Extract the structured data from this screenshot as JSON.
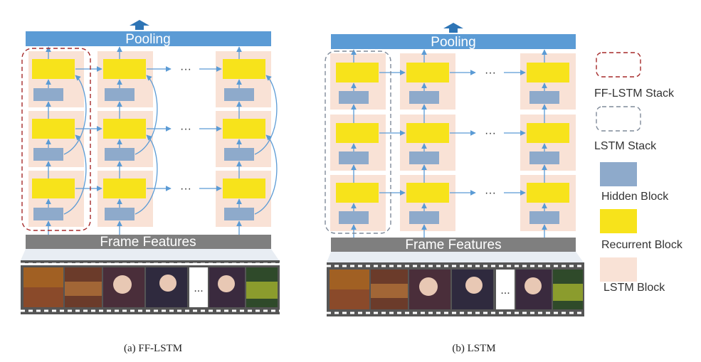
{
  "diagrams": [
    {
      "id": "a",
      "pooling_label": "Pooling",
      "frame_features_label": "Frame Features",
      "ellipsis": "···",
      "film_ellipsis": "...",
      "caption": "(a)  FF-LSTM"
    },
    {
      "id": "b",
      "pooling_label": "Pooling",
      "frame_features_label": "Frame Features",
      "ellipsis": "···",
      "film_ellipsis": "...",
      "caption": "(b)  LSTM"
    }
  ],
  "legend": [
    {
      "label": "FF-LSTM Stack",
      "icon": "red-dashed-box"
    },
    {
      "label": "LSTM Stack",
      "icon": "gray-dashed-box"
    },
    {
      "label": "Hidden Block",
      "icon": "blue-square"
    },
    {
      "label": "Recurrent Block",
      "icon": "yellow-square"
    },
    {
      "label": "LSTM Block",
      "icon": "pink-square"
    }
  ],
  "colors": {
    "pooling": "#5b9bd5",
    "frame_features": "#7f7f7f",
    "hidden_block": "#8eaacb",
    "recurrent_block": "#f7e31b",
    "lstm_block": "#f9e2d6",
    "arrow": "#5b9bd5",
    "ff_stack_border": "#a52a2a",
    "lstm_stack_border": "#7f8a99"
  }
}
